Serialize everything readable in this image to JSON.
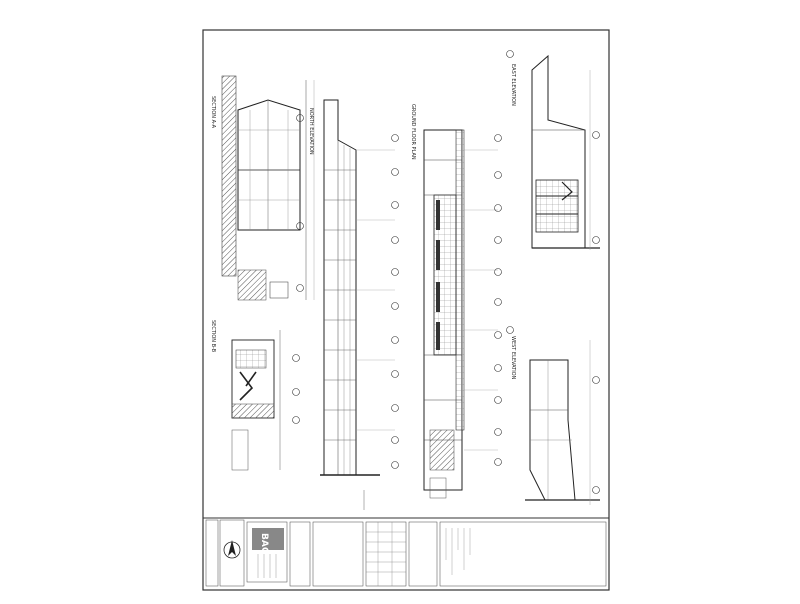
{
  "drawing": {
    "views": [
      {
        "id": "section-a",
        "title": "SECTION A-A"
      },
      {
        "id": "section-b",
        "title": "SECTION B-B"
      },
      {
        "id": "north-elevation",
        "title": "NORTH ELEVATION"
      },
      {
        "id": "ground-floor-plan",
        "title": "GROUND FLOOR PLAN"
      },
      {
        "id": "east-elevation",
        "title": "EAST ELEVATION"
      },
      {
        "id": "west-elevation",
        "title": "WEST ELEVATION"
      }
    ],
    "title_block": {
      "logo": "BAC"
    }
  }
}
